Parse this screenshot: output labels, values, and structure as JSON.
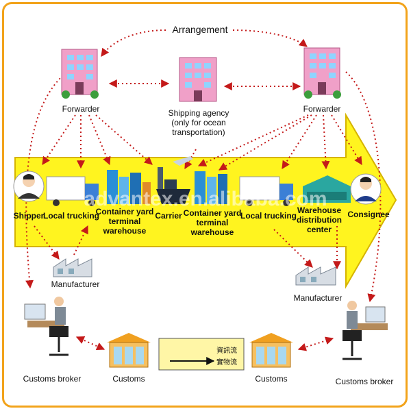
{
  "title": "Arrangement",
  "nodes": {
    "forwarder_left": "Forwarder",
    "shipping_agency": "Shipping agency\n(only for ocean\ntransportation)",
    "forwarder_right": "Forwarder",
    "shipper": "Shipper",
    "local_trucking_left": "Local trucking",
    "container_yard_left": "Container yard\nterminal\nwarehouse",
    "carrier": "Carrier",
    "container_yard_right": "Container yard\nterminal\nwarehouse",
    "local_trucking_right": "Local trucking",
    "warehouse_center": "Warehouse\ndistribution\ncenter",
    "consignee": "Consignee",
    "manufacturer_left": "Manufacturer",
    "manufacturer_right": "Manufacturer",
    "customs_broker_left": "Customs broker",
    "customs_left": "Customs",
    "customs_right": "Customs",
    "customs_broker_right": "Customs broker"
  },
  "legend": {
    "info_flow": "資訊流",
    "goods_flow": "實物流"
  },
  "watermark": "advantex.en.alibaba.com",
  "colors": {
    "frame": "#f2a31b",
    "main_arrow": "#fff41f",
    "arrow_outline": "#d6b400",
    "flow_dots": "#c41a1a",
    "building": "#f0a0c8",
    "legend_box": "#fff6a6"
  }
}
